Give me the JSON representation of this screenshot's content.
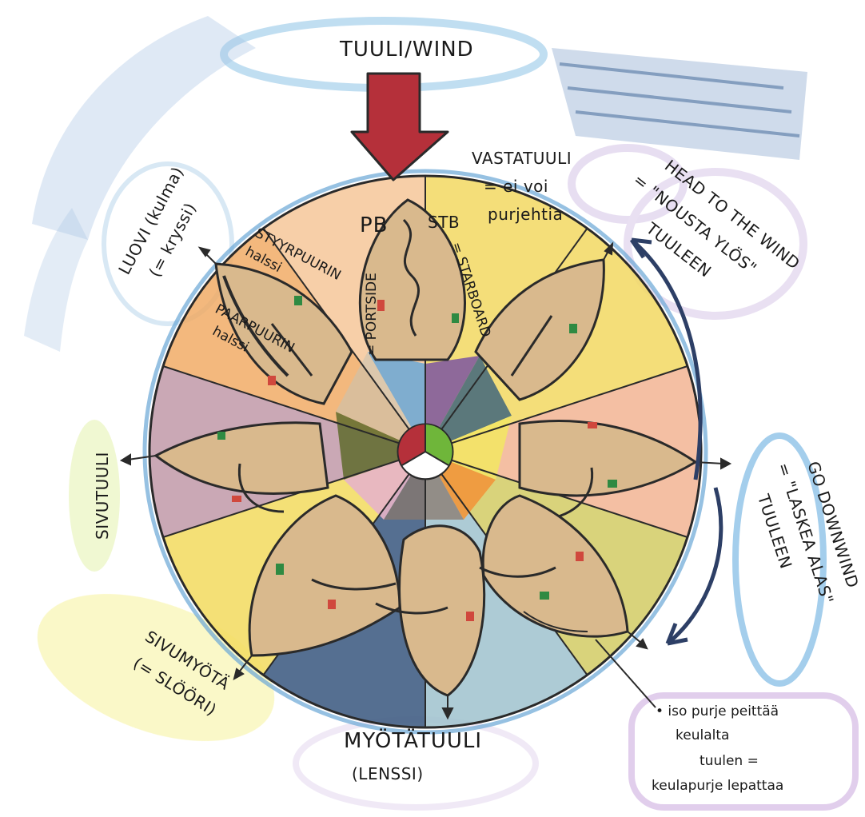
{
  "wind": {
    "title": "TUULI/WIND"
  },
  "points": {
    "vastatuuli": [
      "VASTATUULI",
      "= ei voi",
      "purjehtia"
    ],
    "luovi": [
      "LUOVI (kulma)",
      "(= kryssi)"
    ],
    "sivutuuli": "SIVUTUULI",
    "sivumyota": [
      "SIVUMYÖTÄ",
      "(= SLÖÖRI)"
    ],
    "myotatuuli": [
      "MYÖTÄTUULI",
      "(LENSSI)"
    ]
  },
  "tacks": {
    "starboard_tack": [
      "STYYRPUURIN",
      "halssi"
    ],
    "port_tack": [
      "PAARPUURIN",
      "halssi"
    ]
  },
  "boat_sides": {
    "port_abbr": "PB",
    "starboard_abbr": "STB",
    "port_full": "= PORTSIDE",
    "starboard_full": "= STARBOARD"
  },
  "head_to_wind": [
    "HEAD TO THE WIND",
    "= \"NOUSTA YLÖS\"",
    "TUULEEN"
  ],
  "go_downwind": [
    "GO DOWNWIND",
    "= \"LASKEA ALAS\"",
    "TUULEEN"
  ],
  "note": [
    "• iso purje peittää",
    "keulalta",
    "tuulen =",
    "keulapurje lepattaa"
  ],
  "colors": {
    "wind_arrow": "#b5303a",
    "wheel_orange": "#f0a860",
    "wheel_yellow": "#f3e566",
    "wheel_blue": "#6aa7d6",
    "wheel_purple": "#a688c0",
    "wheel_navy": "#1f4f8a",
    "wheel_green": "#c4d65e",
    "boat_hull": "#d9b98d",
    "port_mark": "#d0483d",
    "starboard_mark": "#2f8a42"
  }
}
